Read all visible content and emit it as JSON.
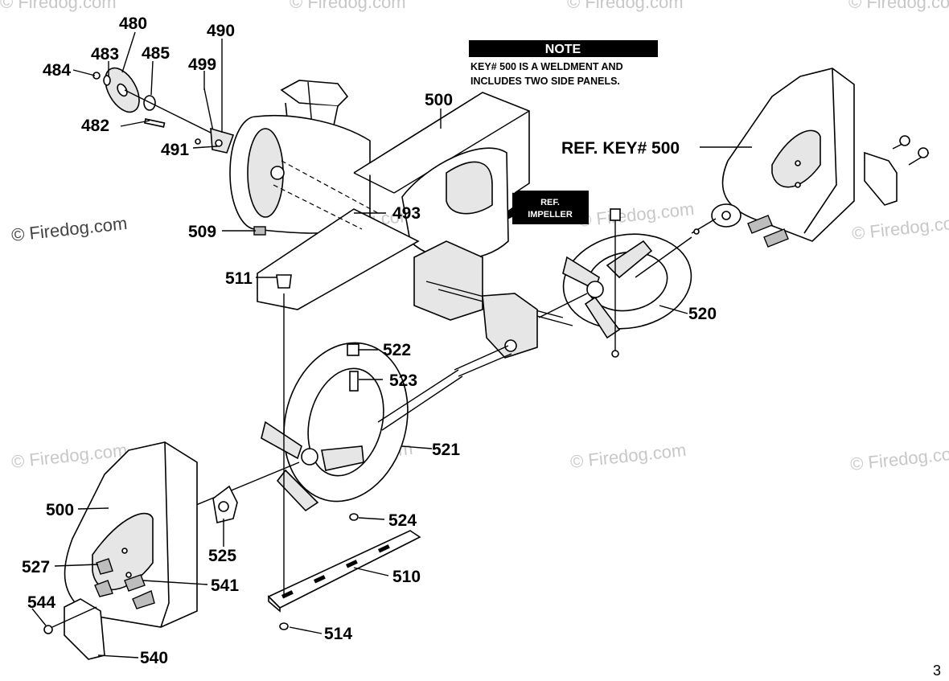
{
  "note": {
    "title": "NOTE",
    "line1": "KEY# 500 IS A WELDMENT AND",
    "line2": "INCLUDES TWO SIDE PANELS."
  },
  "ref_key_label": "REF. KEY# 500",
  "ref_impeller": {
    "line1": "REF.",
    "line2": "IMPELLER"
  },
  "parts": {
    "p480": "480",
    "p483": "483",
    "p484": "484",
    "p485": "485",
    "p490": "490",
    "p499": "499",
    "p482": "482",
    "p491": "491",
    "p509": "509",
    "p511": "511",
    "p493": "493",
    "p500_top": "500",
    "p500_left": "500",
    "p520": "520",
    "p522": "522",
    "p523": "523",
    "p521": "521",
    "p524": "524",
    "p525": "525",
    "p527": "527",
    "p541": "541",
    "p510": "510",
    "p544": "544",
    "p514": "514",
    "p540": "540"
  },
  "watermarks": {
    "left_mid": "© Firedog.com",
    "repeat": "© Firedog.com"
  },
  "page_number": "3"
}
